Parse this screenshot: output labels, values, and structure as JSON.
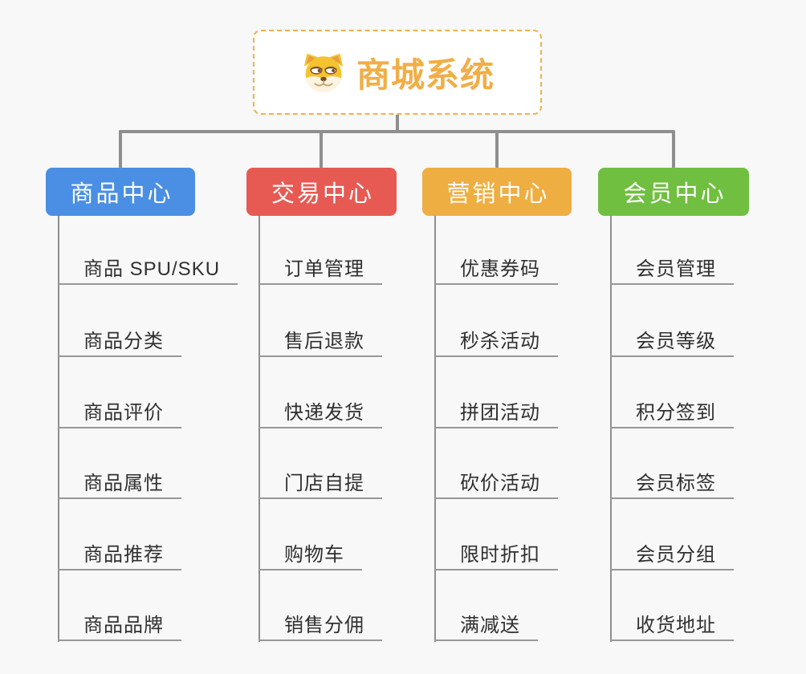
{
  "root": {
    "title": "商城系统",
    "icon": "doge-dog-icon",
    "title_color": "#f1ae47",
    "border_color": "#f3b14b"
  },
  "connector_color": "#8f8f8f",
  "background_color": "#f8f8f8",
  "branches": [
    {
      "label": "商品中心",
      "color": "#4a8fe3",
      "items": [
        "商品 SPU/SKU",
        "商品分类",
        "商品评价",
        "商品属性",
        "商品推荐",
        "商品品牌"
      ]
    },
    {
      "label": "交易中心",
      "color": "#e75a54",
      "items": [
        "订单管理",
        "售后退款",
        "快递发货",
        "门店自提",
        "购物车",
        "销售分佣"
      ]
    },
    {
      "label": "营销中心",
      "color": "#efae41",
      "items": [
        "优惠券码",
        "秒杀活动",
        "拼团活动",
        "砍价活动",
        "限时折扣",
        "满减送"
      ]
    },
    {
      "label": "会员中心",
      "color": "#70bf40",
      "items": [
        "会员管理",
        "会员等级",
        "积分签到",
        "会员标签",
        "会员分组",
        "收货地址"
      ]
    }
  ]
}
